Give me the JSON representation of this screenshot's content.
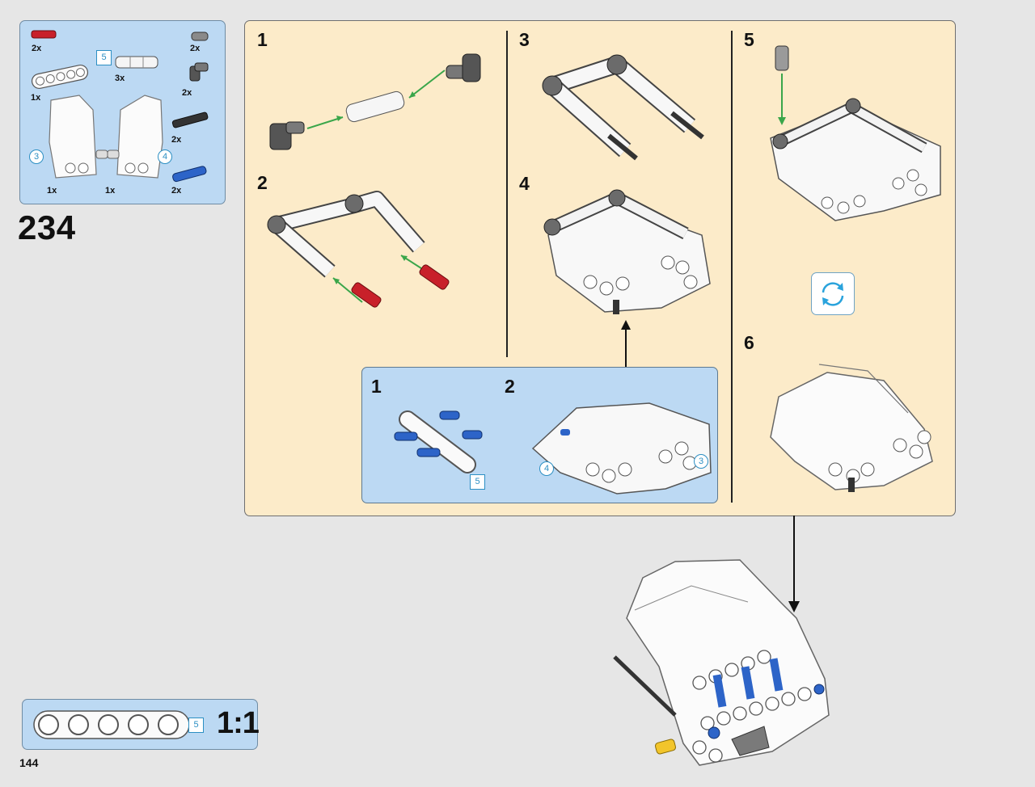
{
  "parts_callout": {
    "quantities": [
      "2x",
      "3x",
      "1x",
      "2x",
      "2x",
      "2x",
      "1x",
      "1x",
      "2x"
    ],
    "length_badge": "5",
    "markers": [
      "3",
      "4"
    ]
  },
  "step_number": "234",
  "sub_steps": [
    "1",
    "2",
    "3",
    "4",
    "5",
    "6"
  ],
  "sub_assembly": {
    "steps": [
      "1",
      "2"
    ],
    "length_badge": "5",
    "markers": [
      "4",
      "3"
    ]
  },
  "scale_ruler": {
    "length_badge": "5",
    "label": "1:1"
  },
  "page_number": "144",
  "colors": {
    "callout_blue": "#bcd9f3",
    "panel_cream": "#fcebc9",
    "accent_blue": "#2c8fc3",
    "arrow_green": "#3aa64a",
    "part_red": "#c8202a",
    "part_blue": "#2d64c8"
  }
}
